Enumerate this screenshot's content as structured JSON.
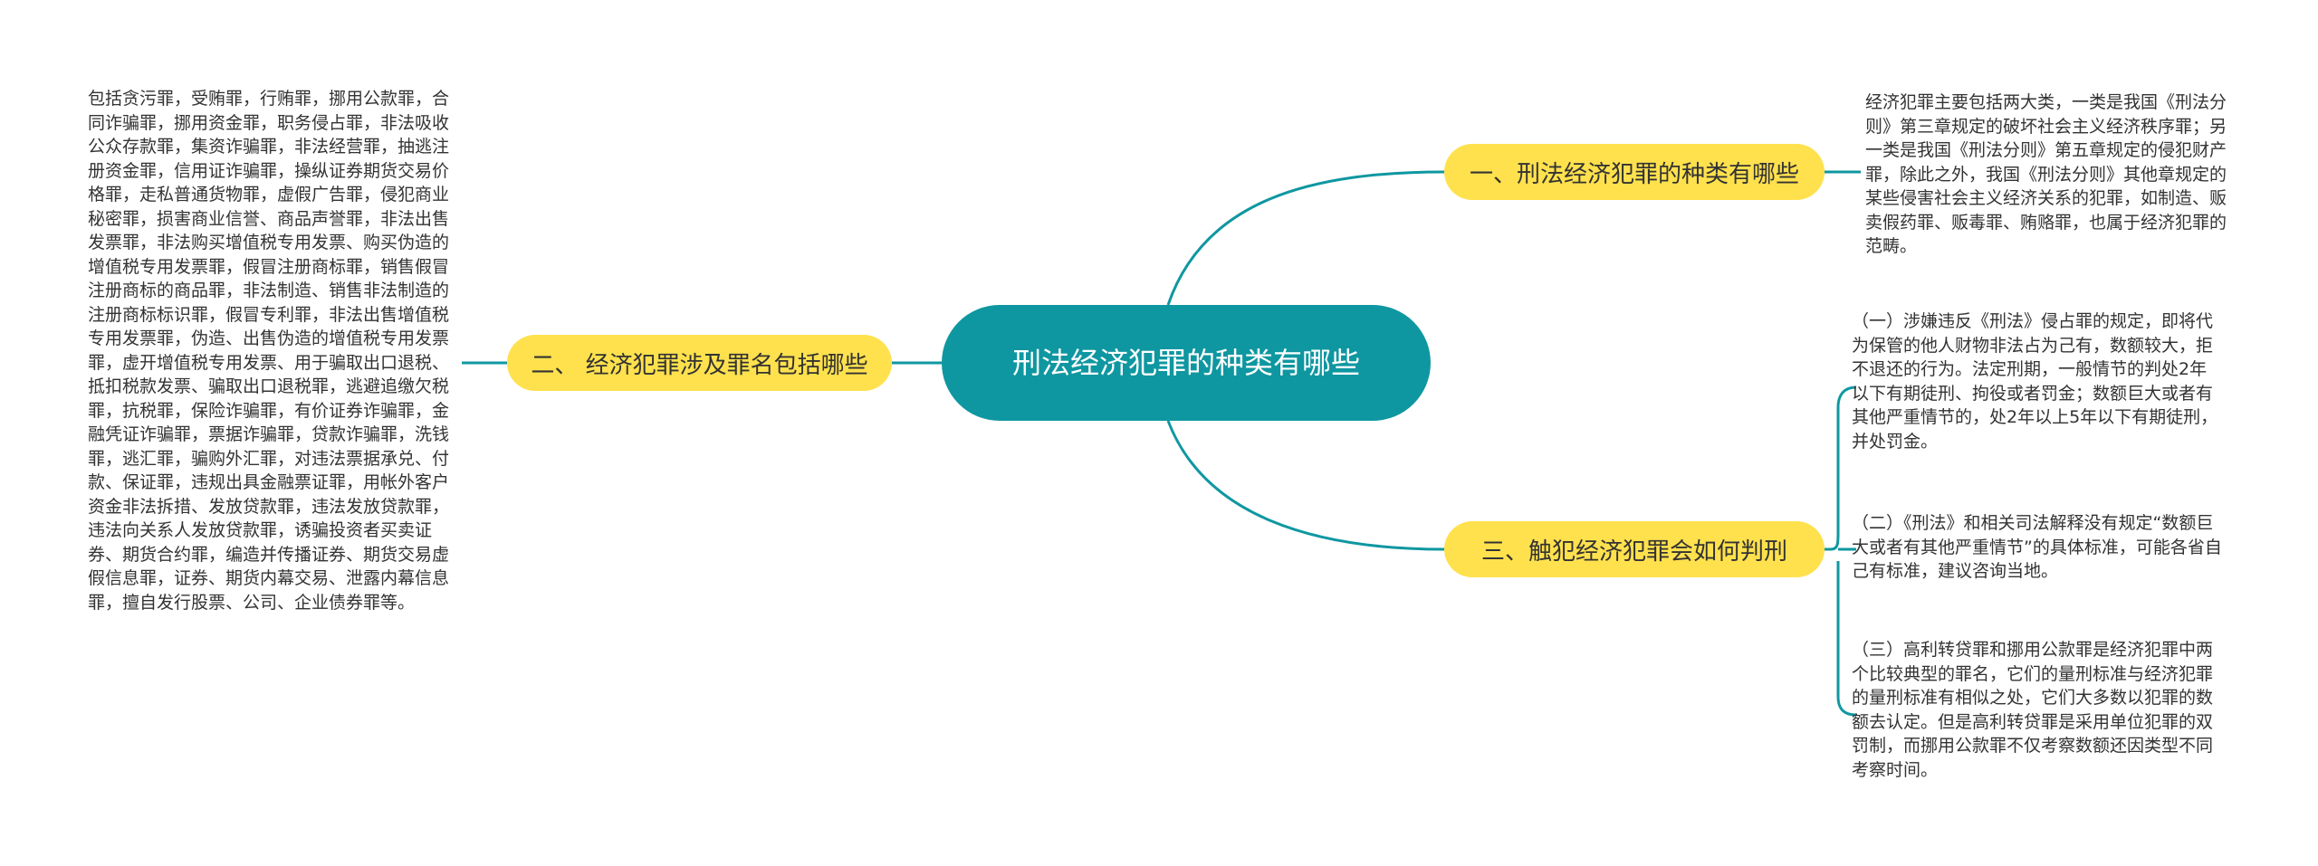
{
  "colors": {
    "center_fill": "#0f97a1",
    "branch_fill": "#ffe14d",
    "link_stroke": "#0f97a1",
    "text": "#333333"
  },
  "center": {
    "label": "刑法经济犯罪的种类有哪些"
  },
  "branches": [
    {
      "label": "一、刑法经济犯罪的种类有哪些",
      "leaves": [
        "经济犯罪主要包括两大类，一类是我国《刑法分则》第三章规定的破坏社会主义经济秩序罪；另一类是我国《刑法分则》第五章规定的侵犯财产罪，除此之外，我国《刑法分则》其他章规定的某些侵害社会主义经济关系的犯罪，如制造、贩卖假药罪、贩毒罪、贿赂罪，也属于经济犯罪的范畴。"
      ]
    },
    {
      "label": "二、 经济犯罪涉及罪名包括哪些",
      "leaves": [
        "包括贪污罪，受贿罪，行贿罪，挪用公款罪，合同诈骗罪，挪用资金罪，职务侵占罪，非法吸收公众存款罪，集资诈骗罪，非法经营罪，抽逃注册资金罪，信用证诈骗罪，操纵证券期货交易价格罪，走私普通货物罪，虚假广告罪，侵犯商业秘密罪，损害商业信誉、商品声誉罪，非法出售发票罪，非法购买增值税专用发票、购买伪造的增值税专用发票罪，假冒注册商标罪，销售假冒注册商标的商品罪，非法制造、销售非法制造的注册商标标识罪，假冒专利罪，非法出售增值税专用发票罪，伪造、出售伪造的增值税专用发票罪，虚开增值税专用发票、用于骗取出口退税、抵扣税款发票、骗取出口退税罪，逃避追缴欠税罪，抗税罪，保险诈骗罪，有价证券诈骗罪，金融凭证诈骗罪，票据诈骗罪，贷款诈骗罪，洗钱罪，逃汇罪，骗购外汇罪，对违法票据承兑、付款、保证罪，违规出具金融票证罪，用帐外客户资金非法拆措、发放贷款罪，违法发放贷款罪，违法向关系人发放贷款罪，诱骗投资者买卖证券、期货合约罪，编造并传播证券、期货交易虚假信息罪，证券、期货内幕交易、泄露内幕信息罪，擅自发行股票、公司、企业债券罪等。"
      ]
    },
    {
      "label": "三、触犯经济犯罪会如何判刑",
      "leaves": [
        "（一）涉嫌违反《刑法》侵占罪的规定，即将代为保管的他人财物非法占为己有，数额较大，拒不退还的行为。法定刑期，一般情节的判处2年以下有期徒刑、拘役或者罚金；数额巨大或者有其他严重情节的，处2年以上5年以下有期徒刑，并处罚金。",
        "（二）《刑法》和相关司法解释没有规定“数额巨大或者有其他严重情节”的具体标准，可能各省自己有标准，建议咨询当地。",
        "（三）高利转贷罪和挪用公款罪是经济犯罪中两个比较典型的罪名，它们的量刑标准与经济犯罪的量刑标准有相似之处，它们大多数以犯罪的数额去认定。但是高利转贷罪是采用单位犯罪的双罚制，而挪用公款罪不仅考察数额还因类型不同考察时间。"
      ]
    }
  ]
}
